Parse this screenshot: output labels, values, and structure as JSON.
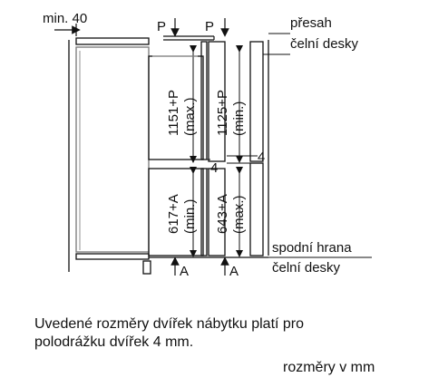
{
  "diagram": {
    "min_label": "min. 40",
    "p_left": "P",
    "p_right": "P",
    "overlap_line1": "přesah",
    "overlap_line2": "čelní desky",
    "dim_1151": "1151+P",
    "dim_1151_note": "(max.)",
    "dim_1125": "1125+P",
    "dim_1125_note": "(min.)",
    "gap_left": "4",
    "gap_right": "4",
    "dim_617": "617+A",
    "dim_617_note": "(min.)",
    "dim_643": "643+A",
    "dim_643_note": "(max.)",
    "a_left": "A",
    "a_right": "A",
    "bottom_line1": "spodní hrana",
    "bottom_line2": "čelní desky"
  },
  "caption": {
    "line1": "Uvedené rozměry dvířek nábytku platí pro",
    "line2": "polodrážku dvířek 4 mm.",
    "units": "rozměry v mm"
  }
}
